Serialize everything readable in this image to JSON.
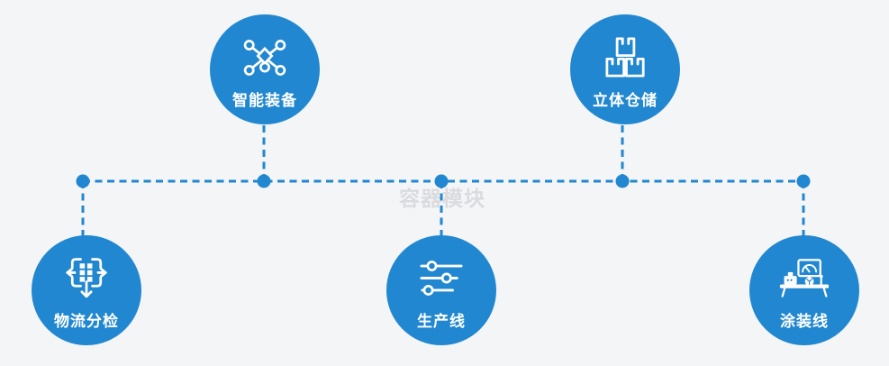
{
  "diagram_title": "",
  "watermark": "容器模块",
  "colors": {
    "accent_blue": "#2187d0",
    "background": "#f4f5f6",
    "icon_white": "#ffffff",
    "watermark_gray": "#a0a2aa"
  },
  "nodes": [
    {
      "id": "smart-equipment",
      "label": "智能装备",
      "icon": "network-nodes-icon",
      "row": "top"
    },
    {
      "id": "cubic-warehouse",
      "label": "立体仓储",
      "icon": "stacked-boxes-icon",
      "row": "top"
    },
    {
      "id": "logistics-sorting",
      "label": "物流分检",
      "icon": "sorting-arrows-icon",
      "row": "bottom"
    },
    {
      "id": "production-line",
      "label": "生产线",
      "icon": "sliders-icon",
      "row": "bottom"
    },
    {
      "id": "coating-line",
      "label": "涂装线",
      "icon": "machine-monitor-icon",
      "row": "bottom"
    }
  ]
}
